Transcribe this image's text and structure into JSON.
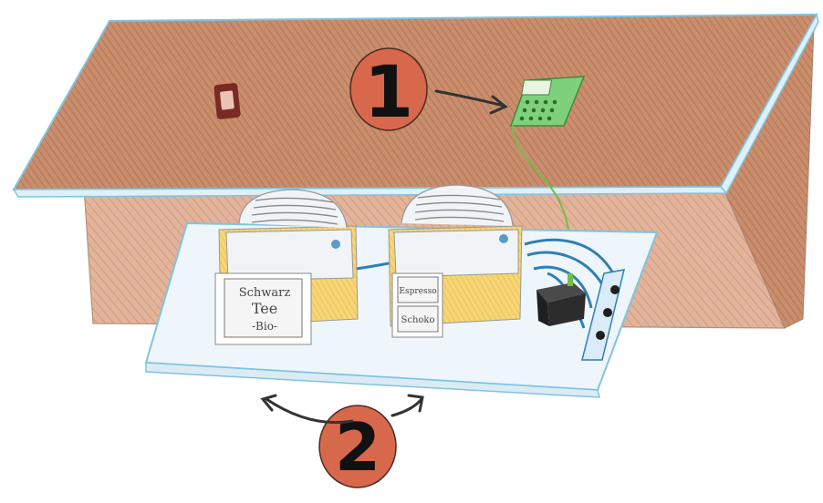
{
  "markers": [
    {
      "id": "1",
      "label": "1"
    },
    {
      "id": "2",
      "label": "2"
    }
  ],
  "labels": {
    "left_printer_receipt": [
      "Schwarz",
      "Tee",
      "-Bio-"
    ],
    "right_printer_receipt": [
      "Espresso",
      "Schoko"
    ]
  },
  "colors": {
    "counter_brown": "#b9795a",
    "counter_edge": "#7fc4e0",
    "board": "#eef6fb",
    "printer_body": "#f1f4f6",
    "printer_yellow": "#f2c34a",
    "marker_fill": "#d8684c",
    "terminal_green": "#7fd07a",
    "cable_blue": "#2f7fb3",
    "cable_green": "#6fbf4a"
  }
}
